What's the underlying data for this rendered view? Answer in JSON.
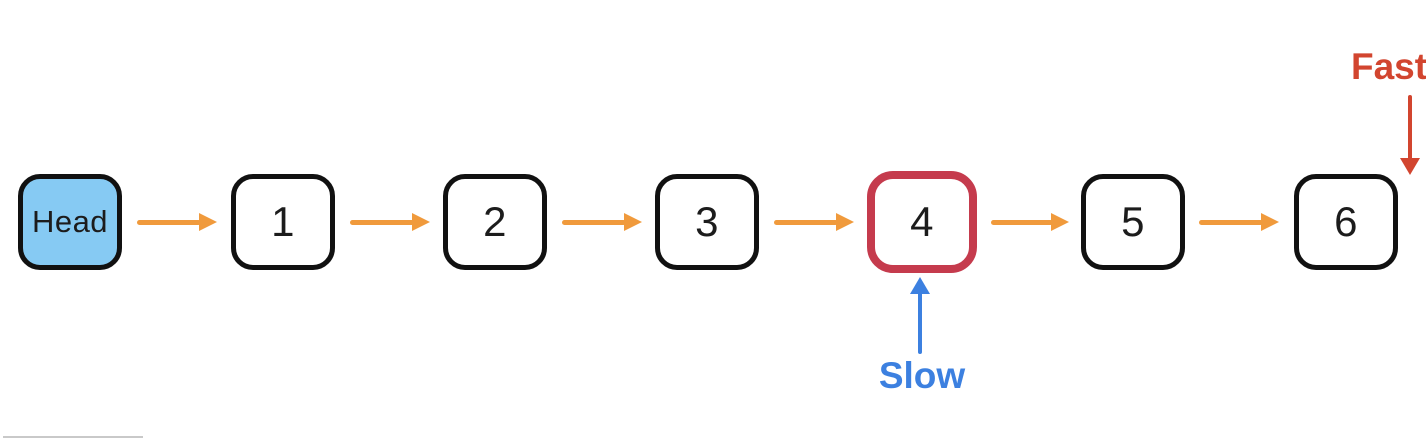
{
  "diagram": {
    "type": "linked-list",
    "background_color": "#FFFFFF",
    "link_arrow_color": "#F09A3C",
    "node_border_color": "#111111",
    "nodes": [
      {
        "label": "Head",
        "fill": "#86CAF3",
        "border_color": "#111111",
        "role": "head"
      },
      {
        "label": "1",
        "fill": "#FFFFFF",
        "border_color": "#111111"
      },
      {
        "label": "2",
        "fill": "#FFFFFF",
        "border_color": "#111111"
      },
      {
        "label": "3",
        "fill": "#FFFFFF",
        "border_color": "#111111"
      },
      {
        "label": "4",
        "fill": "#FFFFFF",
        "border_color": "#C53B4D",
        "highlighted": true
      },
      {
        "label": "5",
        "fill": "#FFFFFF",
        "border_color": "#111111"
      },
      {
        "label": "6",
        "fill": "#FFFFFF",
        "border_color": "#111111"
      }
    ],
    "pointers": {
      "slow": {
        "label": "Slow",
        "color": "#3C80E0",
        "direction": "up",
        "at_node": "4"
      },
      "fast": {
        "label": "Fast",
        "color": "#D2452F",
        "direction": "down",
        "at_node": "6"
      }
    }
  }
}
